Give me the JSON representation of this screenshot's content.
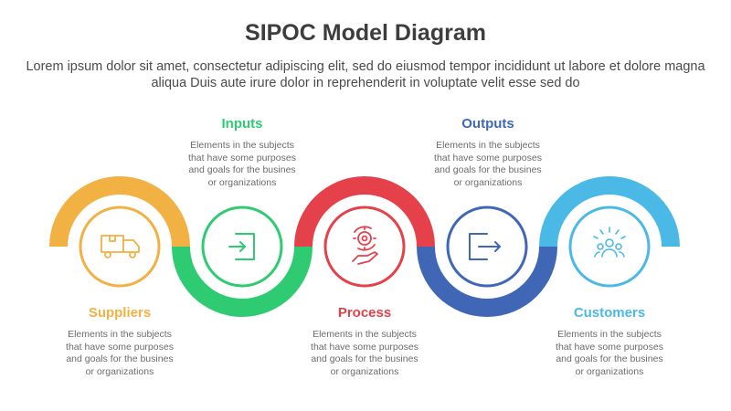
{
  "title": "SIPOC Model Diagram",
  "subtitle": "Lorem ipsum dolor sit amet, consectetur adipiscing elit, sed do eiusmod tempor incididunt ut labore et dolore magna aliqua Duis aute irure dolor in reprehenderit in voluptate velit esse sed do",
  "colors": {
    "suppliers": "#f2b143",
    "inputs": "#2fcb73",
    "process": "#e5414b",
    "outputs": "#3f67b5",
    "customers": "#4bb9e6"
  },
  "steps": [
    {
      "key": "suppliers",
      "label": "Suppliers",
      "icon": "delivery-truck-icon",
      "position": "bottom",
      "desc": [
        "Elements in the subjects",
        "that have some purposes",
        "and goals for the  busines",
        "or organizations"
      ]
    },
    {
      "key": "inputs",
      "label": "Inputs",
      "icon": "enter-arrow-icon",
      "position": "top",
      "desc": [
        "Elements in the subjects",
        "that have some purposes",
        "and goals for the  busines",
        "or organizations"
      ]
    },
    {
      "key": "process",
      "label": "Process",
      "icon": "gear-hand-icon",
      "position": "bottom",
      "desc": [
        "Elements in the subjects",
        "that have some purposes",
        "and goals for the  busines",
        "or organizations"
      ]
    },
    {
      "key": "outputs",
      "label": "Outputs",
      "icon": "exit-arrow-icon",
      "position": "top",
      "desc": [
        "Elements in the subjects",
        "that have some purposes",
        "and goals for the  busines",
        "or organizations"
      ]
    },
    {
      "key": "customers",
      "label": "Customers",
      "icon": "customers-group-icon",
      "position": "bottom",
      "desc": [
        "Elements in the subjects",
        "that have some purposes",
        "and goals for the  busines",
        "or organizations"
      ]
    }
  ]
}
